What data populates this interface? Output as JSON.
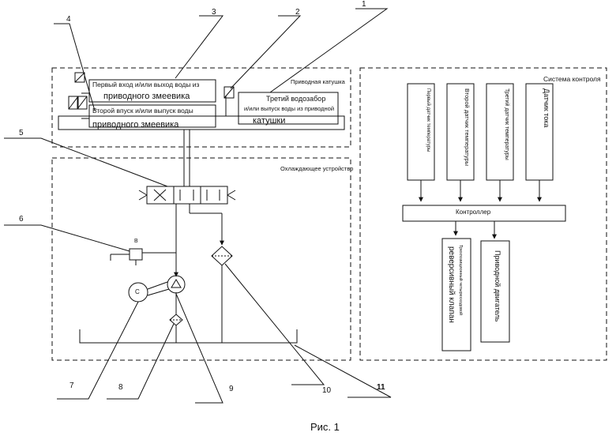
{
  "callouts": [
    "1",
    "2",
    "3",
    "4",
    "5",
    "6",
    "7",
    "8",
    "9",
    "10",
    "11"
  ],
  "sections": {
    "drive_coil": "Приводная катушка",
    "cooling": "Охлаждающее устройство",
    "control": "Система контроля"
  },
  "boxes": {
    "inlet1_line1": "Первый вход и/или выход воды из",
    "inlet1_line2": "приводного змеевика",
    "inlet2_line1": "Второй впуск и/или выпуск воды",
    "inlet2_line2": "приводного змеевика",
    "inlet3_line1": "Третий водозабор",
    "inlet3_line2": "и/или выпуск воды из приводной",
    "inlet3_line3": "катушки",
    "sensor1": "Первый датчик температуры",
    "sensor2": "Второй датчик температуры",
    "sensor3": "Третий датчик температуры",
    "sensor4": "Датчик тока",
    "controller": "Контроллер",
    "valve_small": "Трехпозиционный четырехходовой",
    "valve_big": "реверсивный клапан",
    "motor": "Приводной двигатель"
  },
  "component_letters": {
    "valve8": "B",
    "motor_c": "C"
  },
  "caption": "Рис. 1"
}
